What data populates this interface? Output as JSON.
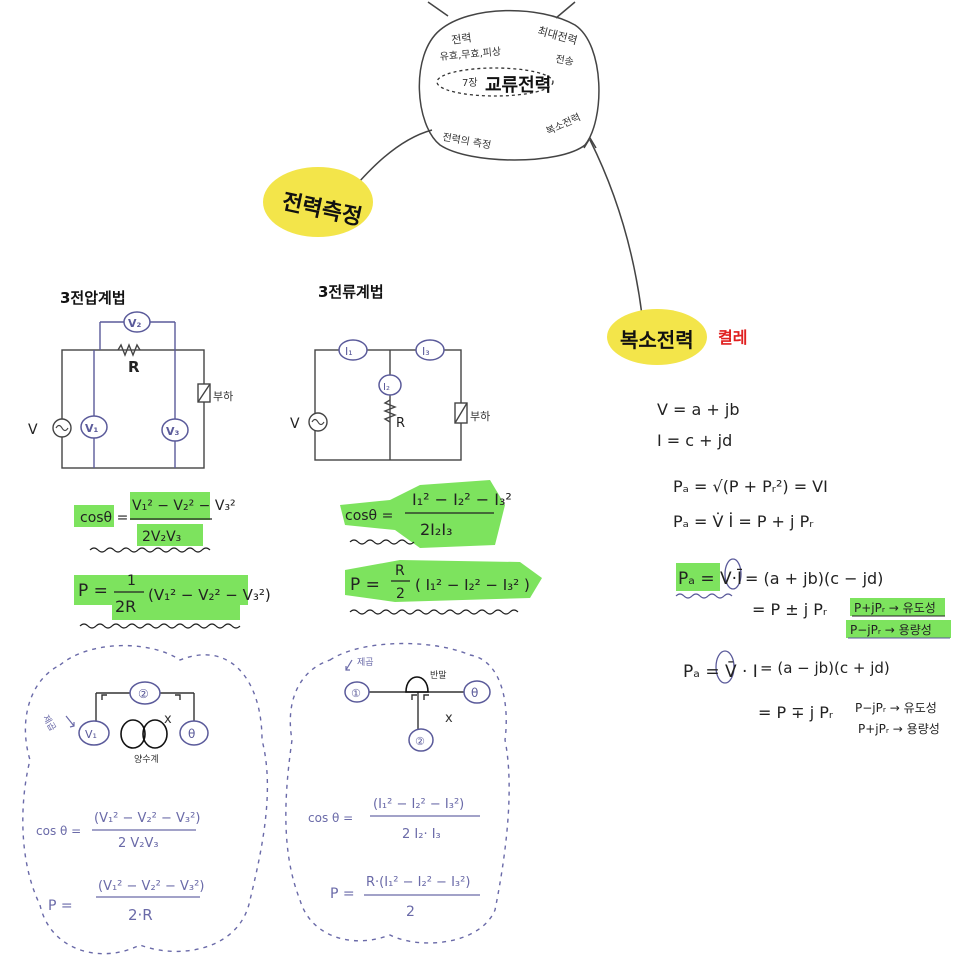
{
  "colors": {
    "ink": "#2a2a2a",
    "meter_blue": "#5a5a9a",
    "cloud_blue": "#6a6aa8",
    "highlight_green": "#7de35e",
    "highlight_yellow": "#f3e54a",
    "accent_red": "#e02020"
  },
  "mindmap": {
    "center_title": "교류전력",
    "center_num": "7장",
    "center_top_left_1": "전력",
    "center_top_left_2": "유효,무효,피상",
    "center_top_right_1": "최대전력",
    "center_top_right_2": "전송",
    "center_bottom_left": "전력의 측정",
    "center_bottom_right": "복소전력",
    "node_left": "전력측정",
    "node_right": "복소전력",
    "node_right_note": "켤레"
  },
  "left_column": {
    "title": "3전압계법",
    "resistor_label": "R",
    "source_label": "V",
    "load_label": "부하",
    "meters": {
      "top": "V₂",
      "left": "V₁",
      "right": "V₃"
    },
    "cos_lhs": "cosθ =",
    "cos_num": "V₁² − V₂² − V₃²",
    "cos_den": "2V₂V₃",
    "p_lhs": "P =",
    "p_coef_num": "1",
    "p_coef_den": "2R",
    "p_body": "(V₁² − V₂² − V₃²)",
    "memo_top": "②",
    "memo_left": "V₁",
    "memo_right": "θ",
    "memo_x": "x",
    "memo_side_note": "제곱",
    "memo_caption": "양수계",
    "memo_cos_lhs": "cos θ =",
    "memo_cos_num": "(V₁² − V₂² − V₃²)",
    "memo_cos_den": "2 V₂V₃",
    "memo_p_lhs": "P =",
    "memo_p_num": "(V₁² − V₂² − V₃²)",
    "memo_p_den": "2·R"
  },
  "middle_column": {
    "title": "3전류계법",
    "resistor_label": "R",
    "source_label": "V",
    "load_label": "부하",
    "meters": {
      "left": "I₁",
      "right": "I₃",
      "middle": "I₂"
    },
    "cos_lhs": "cosθ =",
    "cos_num": "I₁² − I₂² − I₃²",
    "cos_den": "2I₂I₃",
    "p_lhs": "P =",
    "p_coef_num": "R",
    "p_coef_den": "2",
    "p_body": "( I₁² − I₂² − I₃² )",
    "memo_left": "①",
    "memo_right": "θ",
    "memo_bottom": "②",
    "memo_x": "x",
    "memo_side_note": "제곱",
    "memo_caption": "반말",
    "memo_cos_lhs": "cos θ =",
    "memo_cos_num": "(I₁² − I₂² − I₃²)",
    "memo_cos_den": "2 I₂· I₃",
    "memo_p_lhs": "P =",
    "memo_p_num": "R·(I₁² − I₂² − I₃²)",
    "memo_p_den": "2"
  },
  "right_column": {
    "line1": "V = a + jb",
    "line2": "I = c + jd",
    "line3": "Pₐ = √(P + Pᵣ²) = VI",
    "line4": "Pₐ = V̇ İ = P + j Pᵣ",
    "line5_lhs": "Pₐ = V·Ī",
    "line5_rhs": "= (a + jb)(c − jd)",
    "line6": "= P ± j Pᵣ",
    "note1a": "P+jPᵣ → 유도성",
    "note1b": "P−jPᵣ → 용량성",
    "line7_lhs": "Pₐ = V̄ · I",
    "line7_rhs": "= (a − jb)(c + jd)",
    "line8": "= P ∓ j Pᵣ",
    "note2a": "P−jPᵣ → 유도성",
    "note2b": "P+jPᵣ → 용량성"
  }
}
